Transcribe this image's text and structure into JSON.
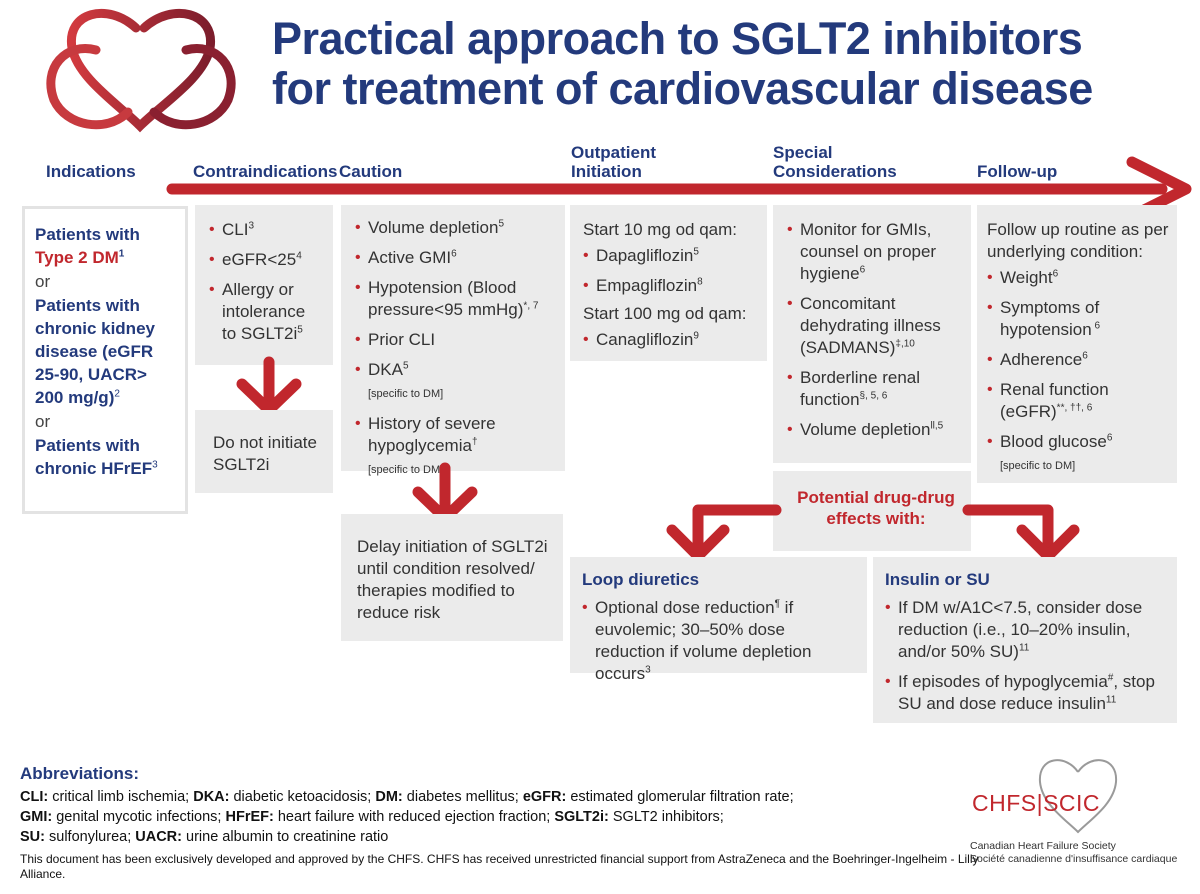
{
  "title": {
    "line1": "Practical approach to SGLT2 inhibitors",
    "line2": "for treatment of cardiovascular disease"
  },
  "headers": {
    "indications": "Indications",
    "contraindications": "Contraindications",
    "caution": "Caution",
    "outpatient_1": "Outpatient",
    "outpatient_2": "Initiation",
    "special_1": "Special",
    "special_2": "Considerations",
    "followup": "Follow-up"
  },
  "indications": {
    "p1a": "Patients with",
    "p1b": "Type 2 DM",
    "p1b_sup": "1",
    "or1": "or",
    "p2": "Patients with chronic kidney disease (eGFR 25-90, UACR> 200 mg/g)",
    "p2_sup": "2",
    "or2": "or",
    "p3": "Patients with chronic HFrEF",
    "p3_sup": "3"
  },
  "contraindications": {
    "items": [
      {
        "text": "CLI",
        "sup": "3"
      },
      {
        "text": "eGFR<25",
        "sup": "4"
      },
      {
        "text": "Allergy or intolerance to SGLT2i",
        "sup": "5"
      }
    ],
    "result": "Do not initiate SGLT2i"
  },
  "caution": {
    "items": [
      {
        "text": "Volume depletion",
        "sup": "5",
        "note": ""
      },
      {
        "text": "Active GMI",
        "sup": "6",
        "note": ""
      },
      {
        "text": "Hypotension (Blood pressure<95 mmHg)",
        "sup": "*, 7",
        "note": ""
      },
      {
        "text": "Prior CLI",
        "sup": "",
        "note": ""
      },
      {
        "text": "DKA",
        "sup": "5",
        "note": "[specific to DM]"
      },
      {
        "text": "History of severe hypoglycemia",
        "sup": "†",
        "note": "[specific to DM]"
      }
    ],
    "result": "Delay initiation of SGLT2i until condition resolved/ therapies modified to reduce risk"
  },
  "outpatient": {
    "start1": "Start 10 mg od qam:",
    "items1": [
      {
        "text": "Dapagliflozin",
        "sup": "5"
      },
      {
        "text": "Empagliflozin",
        "sup": "8"
      }
    ],
    "start2": "Start 100 mg od qam:",
    "items2": [
      {
        "text": "Canagliflozin",
        "sup": "9"
      }
    ]
  },
  "special": {
    "items": [
      {
        "text": "Monitor for GMIs, counsel on proper hygiene",
        "sup": "6"
      },
      {
        "text": "Concomitant dehydrating illness (SADMANS)",
        "sup": "‡,10"
      },
      {
        "text": "Borderline renal function",
        "sup": "§, 5, 6"
      },
      {
        "text": "Volume depletion",
        "sup": "ll,5"
      }
    ],
    "ddi": "Potential drug-drug effects with:"
  },
  "followup": {
    "intro": "Follow up routine as per underlying condition:",
    "items": [
      {
        "text": "Weight",
        "sup": "6",
        "note": ""
      },
      {
        "text": "Symptoms of hypotension",
        "sup": " 6",
        "note": ""
      },
      {
        "text": "Adherence",
        "sup": "6",
        "note": ""
      },
      {
        "text": "Renal function (eGFR)",
        "sup": "**, ††, 6",
        "note": ""
      },
      {
        "text": "Blood glucose",
        "sup": "6",
        "note": "[specific to DM]"
      }
    ]
  },
  "loop": {
    "title": "Loop diuretics",
    "items": [
      {
        "t1": "Optional dose reduction",
        "s1": "¶",
        "t2": " if euvolemic; 30–50% dose reduction if volume depletion occurs",
        "s2": "3"
      }
    ]
  },
  "insulin": {
    "title": "Insulin or SU",
    "items": [
      {
        "t1": "If DM w/A1C<7.5, consider dose reduction (i.e., 10–20% insulin, and/or 50% SU)",
        "s1": "11",
        "t2": "",
        "s2": ""
      },
      {
        "t1": "If episodes of hypoglycemia",
        "s1": "#",
        "t2": ", stop SU and dose reduce insulin",
        "s2": "11"
      }
    ]
  },
  "abbreviations": {
    "title": "Abbreviations:",
    "lines": [
      [
        {
          "k": "CLI:",
          "v": " critical limb ischemia; "
        },
        {
          "k": "DKA:",
          "v": " diabetic ketoacidosis; "
        },
        {
          "k": "DM:",
          "v": " diabetes mellitus; "
        },
        {
          "k": "eGFR:",
          "v": " estimated glomerular filtration rate;"
        }
      ],
      [
        {
          "k": "GMI:",
          "v": " genital mycotic infections; "
        },
        {
          "k": "HFrEF:",
          "v": " heart failure with reduced ejection fraction; "
        },
        {
          "k": "SGLT2i:",
          "v": " SGLT2 inhibitors;"
        }
      ],
      [
        {
          "k": "SU:",
          "v": " sulfonylurea; "
        },
        {
          "k": "UACR:",
          "v": " urine albumin to creatinine ratio"
        }
      ]
    ]
  },
  "footnote": "This document has been exclusively developed and approved by the CHFS. CHFS has received unrestricted financial support from AstraZeneca and the Boehringer-Ingelheim - Lilly Alliance.",
  "org": {
    "logo_text": "CHFS|SCIC",
    "name_en": "Canadian Heart Failure Society",
    "name_fr": "Société canadienne d'insuffisance cardiaque"
  },
  "colors": {
    "navy": "#233a7c",
    "red": "#c1272d",
    "box": "#ebebeb"
  },
  "icons": [
    "heart-logo-icon",
    "arrow-right-icon",
    "arrow-down-icon"
  ]
}
